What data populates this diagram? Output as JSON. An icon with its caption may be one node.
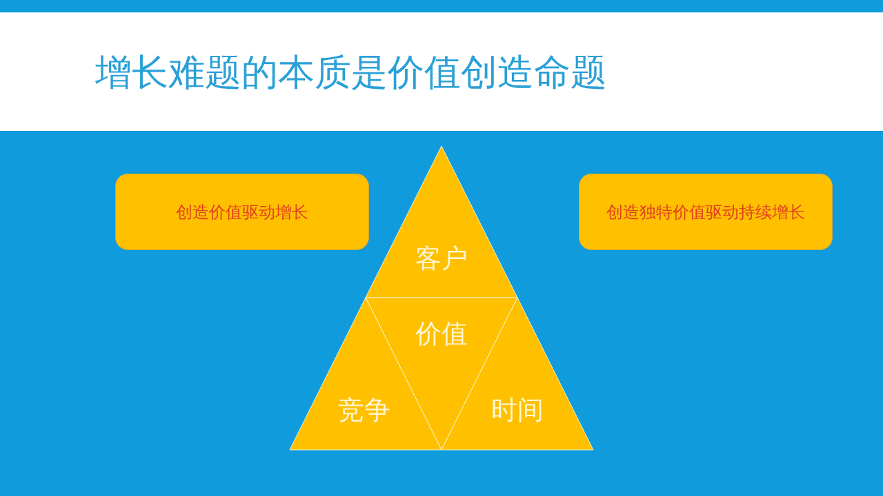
{
  "diagram": {
    "title": "增长难题的本质是价值创造命题",
    "nodes": [
      {
        "text": [
          "创造价值驱动增长"
        ]
      },
      {
        "text": [
          "创造独特价值驱动持续增长"
        ]
      },
      {
        "text": [
          "客户"
        ]
      },
      {
        "text": [
          "价值"
        ]
      },
      {
        "text": [
          "竞争"
        ]
      },
      {
        "text": [
          "时间"
        ]
      }
    ]
  }
}
